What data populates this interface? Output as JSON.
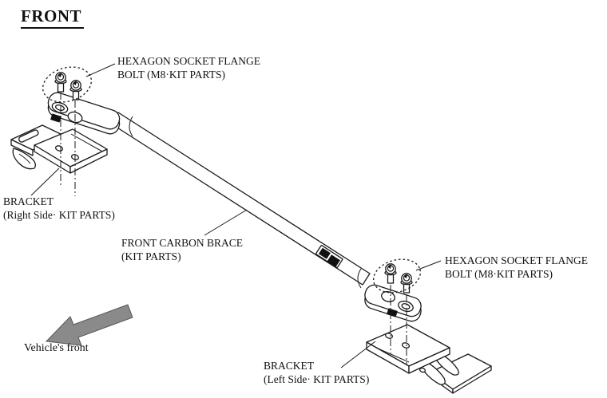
{
  "title": "FRONT",
  "labels": {
    "hexagon_bolt": {
      "line1": "HEXAGON SOCKET FLANGE",
      "line2": "BOLT (M8·KIT PARTS)"
    },
    "bracket_right": {
      "line1": "BRACKET",
      "line2": "(Right Side· KIT PARTS)"
    },
    "brace": {
      "line1": "FRONT CARBON BRACE",
      "line2": "(KIT PARTS)"
    },
    "bracket_left": {
      "line1": "BRACKET",
      "line2": "(Left Side· KIT PARTS)"
    },
    "vehicle_front": "Vehicle's front"
  },
  "colors": {
    "line": "#1a1a1a",
    "arrow_fill": "#8a8a8a",
    "arrow_stroke": "#555555",
    "background": "#ffffff"
  }
}
